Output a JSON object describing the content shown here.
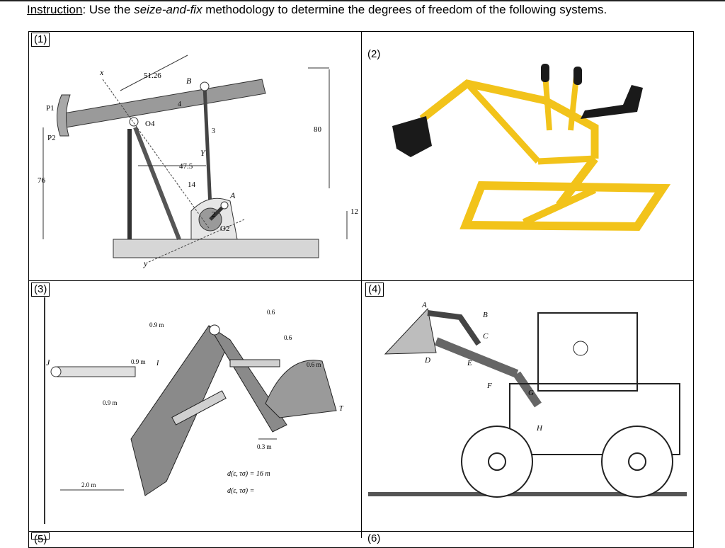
{
  "instruction": {
    "label": "Instruction",
    "text_before": ": Use the ",
    "emphasis": "seize-and-fix",
    "text_after": " methodology to determine the degrees of freedom of the following systems."
  },
  "cells": [
    {
      "label": "(1)"
    },
    {
      "label": "(2)"
    },
    {
      "label": "(3)"
    },
    {
      "label": "(4)"
    },
    {
      "label": "(5)"
    },
    {
      "label": "(6)"
    }
  ],
  "fig1": {
    "dims": {
      "d51": "51.26",
      "d47": "47.5",
      "d14": "14",
      "d80": "80",
      "d76": "76",
      "d12": "12"
    },
    "labels": {
      "x": "x",
      "y": "y",
      "X": "Y",
      "B": "B",
      "A": "A",
      "O4": "O4",
      "O2": "O2",
      "P1": "P1",
      "P2": "P2",
      "n2": "2",
      "n3": "3",
      "n4": "4"
    }
  },
  "fig3": {
    "dims": {
      "a": "0.9 m",
      "b": "0.9 m",
      "c": "0.9 m",
      "d": "0.6",
      "e": "0.6",
      "f": "0.6 m",
      "g": "0.3 m",
      "h": "2.0 m"
    },
    "labels": {
      "J": "J",
      "I": "I",
      "T": "T"
    },
    "notes": {
      "line1": "d(ε, τσ) = 16 m",
      "line2": "d(ε, τσ) ="
    }
  },
  "fig4": {
    "labels": {
      "A": "A",
      "B": "B",
      "C": "C",
      "D": "D",
      "E": "E",
      "F": "F",
      "G": "G",
      "H": "H"
    }
  },
  "colors": {
    "yellow": "#f2c31a",
    "yellow_dark": "#c99a08",
    "seat": "#1a1a1a"
  }
}
